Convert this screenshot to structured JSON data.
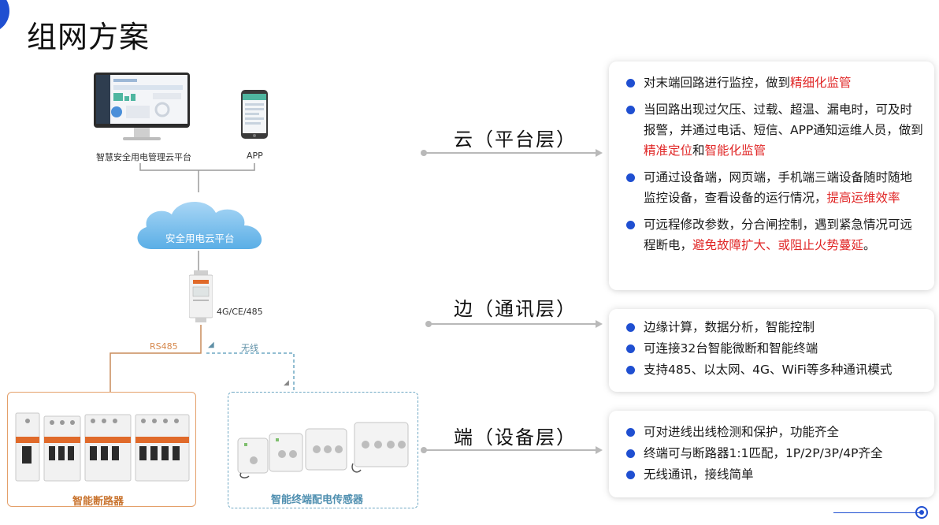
{
  "title": "组网方案",
  "diagram": {
    "platform_label": "智慧安全用电管理云平台",
    "app_label": "APP",
    "cloud_label": "安全用电云平台",
    "gateway_label": "4G/CE/485",
    "rs485_label": "RS485",
    "wireless_label": "无线",
    "breaker_label": "智能断路器",
    "sensor_label": "智能终端配电传感器"
  },
  "layers": [
    {
      "label": "云（平台层）",
      "bullets": [
        [
          {
            "t": "对末端回路进行监控，做到"
          },
          {
            "t": "精细化监管",
            "red": true
          }
        ],
        [
          {
            "t": "当回路出现过欠压、过载、超温、漏电时，可及时报警，并通过电话、短信、APP通知运维人员，做到"
          },
          {
            "t": "精准定位",
            "red": true
          },
          {
            "t": "和"
          },
          {
            "t": "智能化监管",
            "red": true
          }
        ],
        [
          {
            "t": "可通过设备端，网页端，手机端三端设备随时随地监控设备，查看设备的运行情况，"
          },
          {
            "t": "提高运维效率",
            "red": true
          }
        ],
        [
          {
            "t": "可远程修改参数，分合闸控制，遇到紧急情况可远程断电，"
          },
          {
            "t": "避免故障扩大、或阻止火势蔓延",
            "red": true
          },
          {
            "t": "。"
          }
        ]
      ]
    },
    {
      "label": "边（通讯层）",
      "bullets": [
        [
          {
            "t": "边缘计算，数据分析，智能控制"
          }
        ],
        [
          {
            "t": "可连接32台智能微断和智能终端"
          }
        ],
        [
          {
            "t": "支持485、以太网、4G、WiFi等多种通讯模式"
          }
        ]
      ]
    },
    {
      "label": "端（设备层）",
      "bullets": [
        [
          {
            "t": "可对进线出线检测和保护，功能齐全"
          }
        ],
        [
          {
            "t": "终端可与断路器1:1匹配，1P/2P/3P/4P齐全"
          }
        ],
        [
          {
            "t": "无线通讯，接线简单"
          }
        ]
      ]
    }
  ],
  "colors": {
    "accent": "#1f4fd1",
    "highlight": "#e02626",
    "breaker_border": "#e4a06a",
    "sensor_border": "#6fa8c4"
  }
}
